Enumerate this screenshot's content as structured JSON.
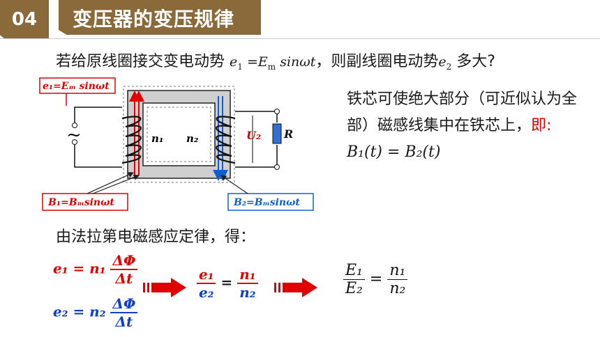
{
  "header": {
    "number": "04",
    "title": "变压器的变压规律"
  },
  "question": {
    "prefix": "若给原线圈接交变电动势",
    "emf1_lhs": "e",
    "emf1_sub": "1",
    "emf1_eq": "=",
    "emf1_rhs": "E",
    "emf1_rhs_sub": "m",
    "emf1_tail": "sinωt",
    "mid": "，则副线圈电动势",
    "emf2": "e",
    "emf2_sub": "2",
    "suffix": "多大?"
  },
  "diagram": {
    "label_e1": "e₁=Eₘ sinωt",
    "label_n1": "n₁",
    "label_n2": "n₂",
    "label_u2": "U₂",
    "label_r": "R",
    "label_b1": "B₁=Bₘsinωt",
    "label_b2": "B₂=Bₘsinωt",
    "ac_symbol": "~"
  },
  "side_text": {
    "line": "铁芯可使绝大部分（可近似认为全部）磁感线集中在铁芯上，",
    "highlight": "即:",
    "formula": "B₁(t) = B₂(t)"
  },
  "law_text": "由法拉第电磁感应定律，得：",
  "equations": {
    "e1_lhs": "e₁ = n₁",
    "e2_lhs": "e₂ = n₂",
    "dphi": "ΔΦ",
    "dt": "Δt",
    "ratio_num": "e₁",
    "ratio_den": "e₂",
    "ratio_eq": "=",
    "n1": "n₁",
    "n2": "n₂",
    "final_num": "E₁",
    "final_den": "E₂",
    "final_n1": "n₁",
    "final_n2": "n₂"
  },
  "colors": {
    "brand": "#8a6a3a",
    "red": "#e00000",
    "blue": "#1040c8",
    "arrow": "#e00000"
  }
}
